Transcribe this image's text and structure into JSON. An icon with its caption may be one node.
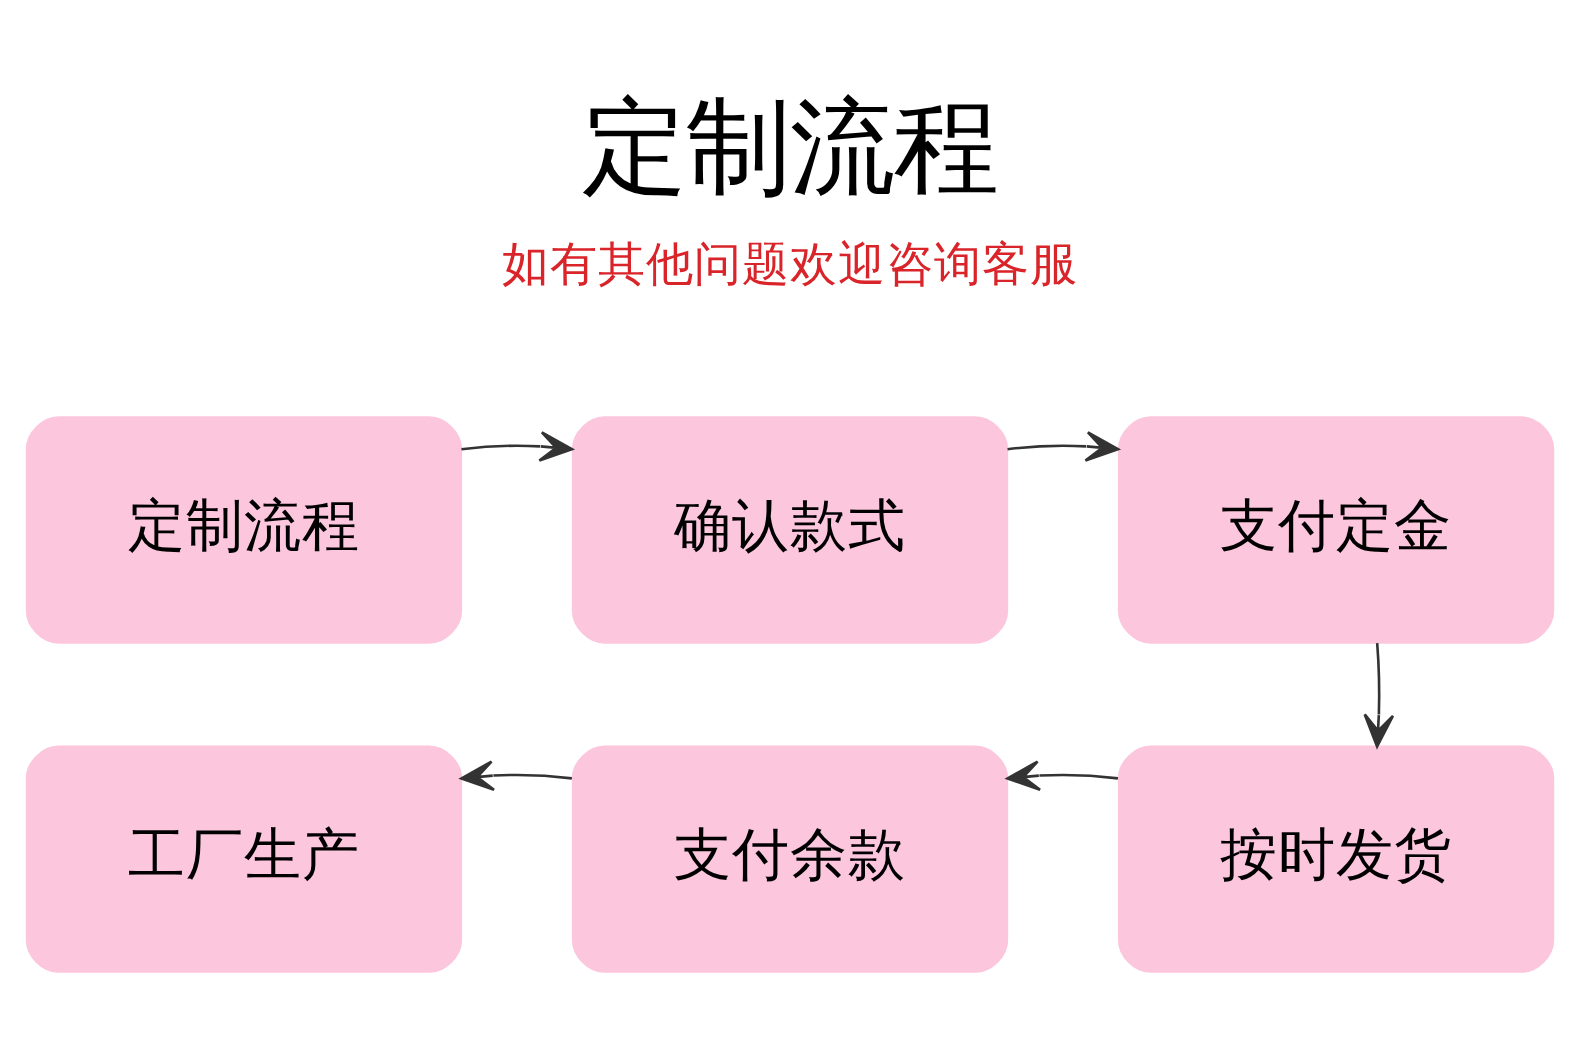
{
  "diagram": {
    "title": "定制流程",
    "nodes": [
      {
        "text": [
          "定制流程"
        ]
      },
      {
        "text": [
          "确认款式"
        ]
      },
      {
        "text": [
          "支付定金"
        ]
      },
      {
        "text": [
          "工厂生产"
        ]
      },
      {
        "text": [
          "支付余款"
        ]
      },
      {
        "text": [
          "按时发货"
        ]
      }
    ],
    "edges": [
      {
        "from": 0,
        "to": 1,
        "arrow": "to"
      },
      {
        "from": 1,
        "to": 2,
        "arrow": "to"
      },
      {
        "from": 2,
        "to": 5,
        "arrow": "to"
      },
      {
        "from": 5,
        "to": 4,
        "arrow": "to"
      },
      {
        "from": 4,
        "to": 3,
        "arrow": "to"
      }
    ],
    "labels": [
      "如有其他问题欢迎咨询客服"
    ]
  }
}
